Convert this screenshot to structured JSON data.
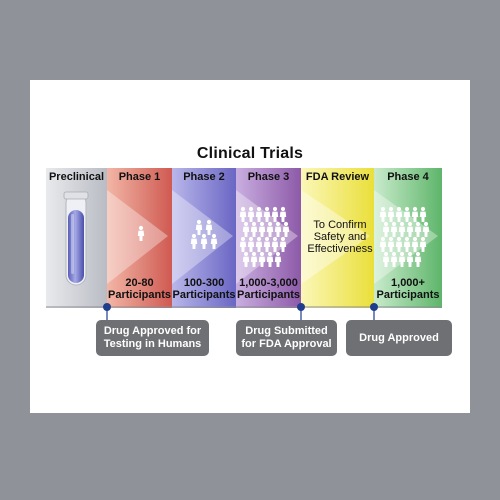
{
  "title": "Clinical Trials",
  "stages": [
    {
      "header": "Preclinical",
      "label": ""
    },
    {
      "header": "Phase 1",
      "label": "20-80\nParticipants"
    },
    {
      "header": "Phase 2",
      "label": "100-300\nParticipants"
    },
    {
      "header": "Phase 3",
      "label": "1,000-3,000\nParticipants"
    },
    {
      "header": "FDA Review",
      "label": ""
    },
    {
      "header": "Phase 4",
      "label": "1,000+\nParticipants"
    }
  ],
  "review_text": "To Confirm\nSafety and\nEffectiveness",
  "milestones": [
    {
      "label": "Drug Approved for\nTesting in Humans"
    },
    {
      "label": "Drug Submitted\nfor FDA Approval"
    },
    {
      "label": "Drug Approved"
    }
  ],
  "colors": {
    "background": "#8f9299",
    "card": "#ffffff",
    "preclinical": "#c9ccd2",
    "phase1": "#d9756b",
    "phase2": "#8a86cf",
    "phase3": "#a476b8",
    "fda_review": "#f3e64e",
    "phase4": "#7cc486",
    "milestone_dot": "#1f3d8c",
    "callout": "#6f7073"
  }
}
